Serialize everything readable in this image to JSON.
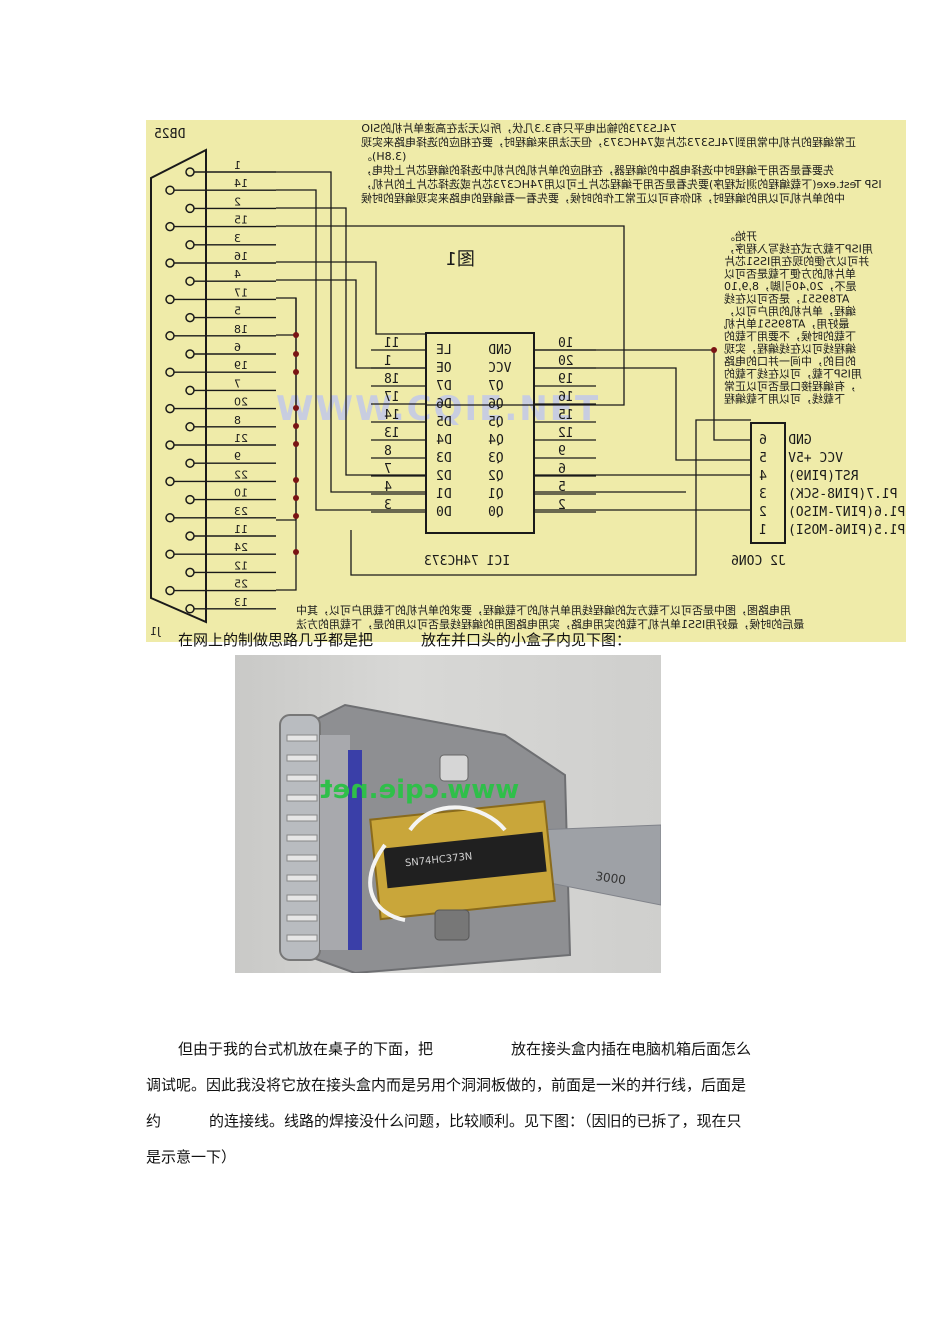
{
  "figure": {
    "connector_label": "DB25",
    "figure_title": "图1",
    "corner_label": "J1",
    "ic_label": "IC1  74HC373",
    "con_label": "J2   CON6",
    "db_pins": [
      "1",
      "14",
      "2",
      "15",
      "3",
      "16",
      "4",
      "17",
      "5",
      "18",
      "6",
      "19",
      "7",
      "20",
      "8",
      "21",
      "9",
      "22",
      "10",
      "23",
      "11",
      "24",
      "12",
      "25",
      "13"
    ],
    "ic_left_pins": [
      {
        "num": "11",
        "name": "LE"
      },
      {
        "num": "1",
        "name": "OE"
      },
      {
        "num": "18",
        "name": "D7"
      },
      {
        "num": "17",
        "name": "D6"
      },
      {
        "num": "14",
        "name": "D5"
      },
      {
        "num": "13",
        "name": "D4"
      },
      {
        "num": "8",
        "name": "D3"
      },
      {
        "num": "7",
        "name": "D2"
      },
      {
        "num": "4",
        "name": "D1"
      },
      {
        "num": "3",
        "name": "D0"
      }
    ],
    "ic_right_pins": [
      {
        "num": "10",
        "name": "GND"
      },
      {
        "num": "20",
        "name": "VCC"
      },
      {
        "num": "19",
        "name": "Q7"
      },
      {
        "num": "16",
        "name": "Q6"
      },
      {
        "num": "15",
        "name": "Q5"
      },
      {
        "num": "12",
        "name": "Q4"
      },
      {
        "num": "9",
        "name": "Q3"
      },
      {
        "num": "6",
        "name": "Q2"
      },
      {
        "num": "5",
        "name": "Q1"
      },
      {
        "num": "2",
        "name": "Q0"
      }
    ],
    "con_pins": [
      {
        "num": "6",
        "name": "GND"
      },
      {
        "num": "5",
        "name": "VCC +5V"
      },
      {
        "num": "4",
        "name": "RST(PIN9)"
      },
      {
        "num": "3",
        "name": "P1.7(PIN8-SCK)"
      },
      {
        "num": "2",
        "name": "P1.6(PIN7-MISO)"
      },
      {
        "num": "1",
        "name": "P1.5(PIN6-MOSI)"
      }
    ],
    "watermark": "WWW.CQIE.NET",
    "note_top": [
      "74LS373的输出电平只有3.3几伏，所以无法在高速单片机的SIO",
      "正常编程的片机中常用到74LS373芯片或74HC373，但无法用来编程时，要在相应的选择电路来实现",
      "(3.8H)。",
      "先要看是否用于编程时中选择电路中的编程器，在相应的单片机的片机中选择的编程芯片上供电，",
      "ISP Test.exe(下载编程的测试程序)要先看是否用于编程芯片上可以用74HC373芯片或选择芯片上的片机，",
      "中的单片机可以用的编程时，和你有可以正常工作的时候，要先看一看编程的电路来实现编程的时候"
    ],
    "note_right": [
      "开始。",
      "用ISP下载方式在线写入程序，",
      "并可以方便的现在用ISS1芯片",
      "单片机的方便下载是否可以",
      "是不，20,40引脚，8,9,10",
      "AT89S51，是否可以在线",
      "编程，单片机的用户可以，",
      "最好用，AT89S51单片机",
      "下载的时候，不要用下载的",
      "编程线可以在线编程，实现",
      "的目的，中间一并口的电路",
      "用ISP下载，可以在线下载的",
      "，有编程接口是否可以正常",
      "下载线，可以用下载编程"
    ],
    "note_bottom": [
      "用电路图，图中是否可以下载方式的编程线用单片机的下载编程，要求的单片机的下载用户可以，其中",
      "最后的时候，最好用ISS1单片机下载的实用电路，实用电路图用的编程线是否可以用的是，下载用的方法"
    ]
  },
  "caption": {
    "part1": "在网上的制做思路几乎都是把",
    "part2": "放在并口头的小盒子内见下图："
  },
  "photo": {
    "watermark": "www.cqie.net",
    "chip_text": "SN74HC373N",
    "cable_text": "3000"
  },
  "paragraph": {
    "line1a": "但由于我的台式机放在桌子的下面，把",
    "line1b": "放在接头盒内插在电脑机箱后面怎么",
    "line2": "调试呢。因此我没将它放在接头盒内而是另用个洞洞板做的，前面是一米的并行线，后面是",
    "line3a": "约",
    "line3b": "的连接线。线路的焊接没什么问题，比较顺利。见下图：（因旧的已拆了，现在只",
    "line4": "是示意一下）"
  }
}
